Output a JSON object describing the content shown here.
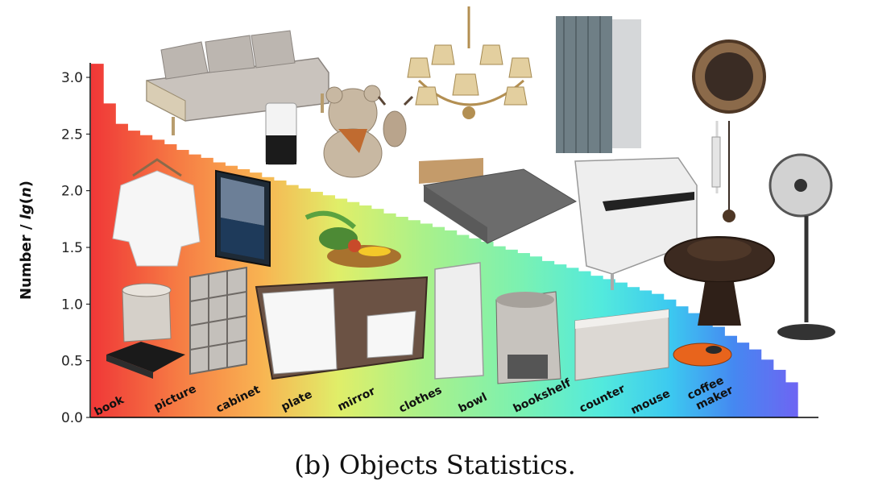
{
  "caption": "(b) Objects Statistics.",
  "chart_data": {
    "type": "bar",
    "ylabel": "Number / lg(n)",
    "ylabel_parts": [
      "Number / ",
      "lg",
      "(",
      "n",
      ")"
    ],
    "ylim": [
      0,
      3.1
    ],
    "yticks": [
      "0.0",
      "0.5",
      "1.0",
      "1.5",
      "2.0",
      "2.5",
      "3.0"
    ],
    "grid": false,
    "bar_colors": "rainbow gradient (red to blue)",
    "labeled_categories": [
      "book",
      "picture",
      "cabinet",
      "plate",
      "mirror",
      "clothes",
      "bowl",
      "bookshelf",
      "counter",
      "mouse",
      "coffee maker"
    ],
    "values": [
      3.12,
      2.77,
      2.59,
      2.53,
      2.49,
      2.45,
      2.41,
      2.36,
      2.32,
      2.29,
      2.25,
      2.22,
      2.19,
      2.16,
      2.12,
      2.09,
      2.05,
      2.02,
      1.99,
      1.96,
      1.93,
      1.9,
      1.87,
      1.84,
      1.8,
      1.77,
      1.74,
      1.71,
      1.68,
      1.65,
      1.61,
      1.58,
      1.55,
      1.51,
      1.48,
      1.45,
      1.42,
      1.38,
      1.35,
      1.32,
      1.29,
      1.25,
      1.22,
      1.19,
      1.15,
      1.12,
      1.09,
      1.04,
      0.98,
      0.92,
      0.86,
      0.8,
      0.72,
      0.66,
      0.6,
      0.51,
      0.42,
      0.31
    ]
  },
  "icons": [
    "sofa-icon",
    "trash-can-icon",
    "teddy-bear-icon",
    "chandelier-icon",
    "curtain-icon",
    "wall-clock-icon",
    "clothes-hanger-icon",
    "framed-picture-icon",
    "fruit-bowl-icon",
    "bed-icon",
    "piano-icon",
    "round-table-icon",
    "standing-fan-icon",
    "bowl-stack-icon",
    "book-icon",
    "bookshelf-icon",
    "cabinet-icon",
    "mirror-icon",
    "coffee-maker-icon",
    "counter-icon",
    "mouse-icon"
  ]
}
